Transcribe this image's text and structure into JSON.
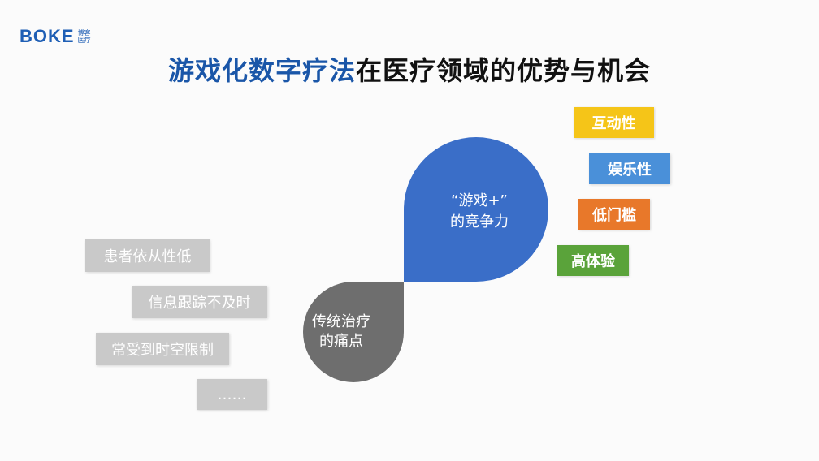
{
  "logo": {
    "word": "BOKE",
    "sub_line1": "博客",
    "sub_line2": "医疗"
  },
  "title": {
    "highlight": "游戏化数字疗法",
    "rest": "在医疗领域的优势与机会"
  },
  "blue_drop": {
    "line1": "“游戏+”",
    "line2": "的竞争力",
    "color": "#3a6ec8"
  },
  "gray_drop": {
    "line1": "传统治疗",
    "line2": "的痛点",
    "color": "#6e6e6e"
  },
  "advantages": [
    {
      "label": "互动性",
      "color": "#f5c518"
    },
    {
      "label": "娱乐性",
      "color": "#4a90d9"
    },
    {
      "label": "低门槛",
      "color": "#e8782a"
    },
    {
      "label": "高体验",
      "color": "#5aa33a"
    }
  ],
  "pain_points": [
    {
      "label": "患者依从性低"
    },
    {
      "label": "信息跟踪不及时"
    },
    {
      "label": "常受到时空限制"
    },
    {
      "label": "……"
    }
  ]
}
